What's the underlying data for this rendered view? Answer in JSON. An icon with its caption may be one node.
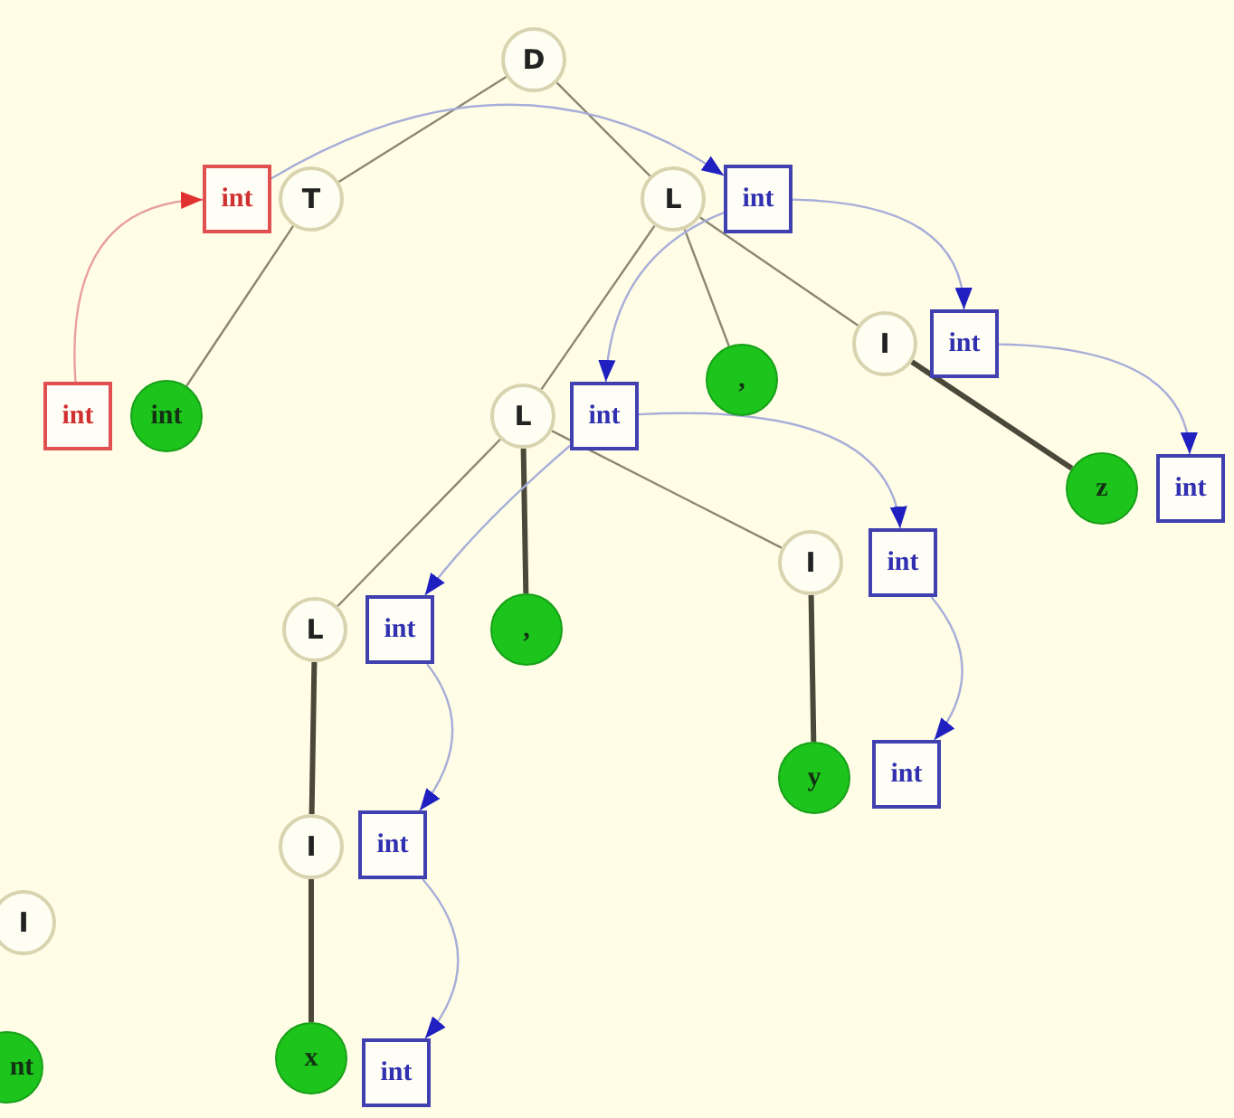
{
  "diagram": {
    "nodes": [
      {
        "text": [
          "D"
        ]
      },
      {
        "text": [
          "T"
        ]
      },
      {
        "text": [
          "int"
        ]
      },
      {
        "text": [
          "int"
        ]
      },
      {
        "text": [
          "int"
        ]
      },
      {
        "text": [
          "L"
        ]
      },
      {
        "text": [
          "int"
        ]
      },
      {
        "text": [
          ","
        ]
      },
      {
        "text": [
          "I"
        ]
      },
      {
        "text": [
          "int"
        ]
      },
      {
        "text": [
          "z"
        ]
      },
      {
        "text": [
          "int"
        ]
      },
      {
        "text": [
          "L"
        ]
      },
      {
        "text": [
          "int"
        ]
      },
      {
        "text": [
          "L"
        ]
      },
      {
        "text": [
          "int"
        ]
      },
      {
        "text": [
          ","
        ]
      },
      {
        "text": [
          "I"
        ]
      },
      {
        "text": [
          "int"
        ]
      },
      {
        "text": [
          "y"
        ]
      },
      {
        "text": [
          "int"
        ]
      },
      {
        "text": [
          "I"
        ]
      },
      {
        "text": [
          "int"
        ]
      },
      {
        "text": [
          "x"
        ]
      },
      {
        "text": [
          "int"
        ]
      },
      {
        "text": [
          "I"
        ]
      },
      {
        "text": [
          "nt"
        ]
      }
    ],
    "edges": [
      {
        "from": 0,
        "to": 1,
        "arrow": "none",
        "color": "#8a8870"
      },
      {
        "from": 0,
        "to": 5,
        "arrow": "none",
        "color": "#8a8870"
      },
      {
        "from": 1,
        "to": 4,
        "arrow": "none",
        "color": "#8a8870"
      },
      {
        "from": 5,
        "to": 12,
        "arrow": "none",
        "color": "#8a8870"
      },
      {
        "from": 5,
        "to": 7,
        "arrow": "none",
        "color": "#8a8870"
      },
      {
        "from": 5,
        "to": 8,
        "arrow": "none",
        "color": "#8a8870"
      },
      {
        "from": 8,
        "to": 10,
        "arrow": "none",
        "style": "thick",
        "color": "#4a4838"
      },
      {
        "from": 12,
        "to": 14,
        "arrow": "none",
        "color": "#8a8870"
      },
      {
        "from": 12,
        "to": 16,
        "arrow": "none",
        "style": "thick",
        "color": "#4a4838"
      },
      {
        "from": 12,
        "to": 17,
        "arrow": "none",
        "color": "#8a8870"
      },
      {
        "from": 17,
        "to": 19,
        "arrow": "none",
        "style": "thick",
        "color": "#4a4838"
      },
      {
        "from": 14,
        "to": 21,
        "arrow": "none",
        "style": "thick",
        "color": "#4a4838"
      },
      {
        "from": 21,
        "to": 23,
        "arrow": "none",
        "style": "thick",
        "color": "#4a4838"
      },
      {
        "from": 3,
        "to": 2,
        "arrow": "to",
        "color": "#e8a0a0"
      },
      {
        "from": 2,
        "to": 6,
        "arrow": "to"
      },
      {
        "from": 6,
        "to": 9,
        "arrow": "to"
      },
      {
        "from": 9,
        "to": 11,
        "arrow": "to"
      },
      {
        "from": 6,
        "to": 13,
        "arrow": "to"
      },
      {
        "from": 13,
        "to": 18,
        "arrow": "to"
      },
      {
        "from": 13,
        "to": 15,
        "arrow": "to"
      },
      {
        "from": 18,
        "to": 20,
        "arrow": "to"
      },
      {
        "from": 15,
        "to": 22,
        "arrow": "to"
      },
      {
        "from": 22,
        "to": 24,
        "arrow": "to"
      }
    ]
  }
}
